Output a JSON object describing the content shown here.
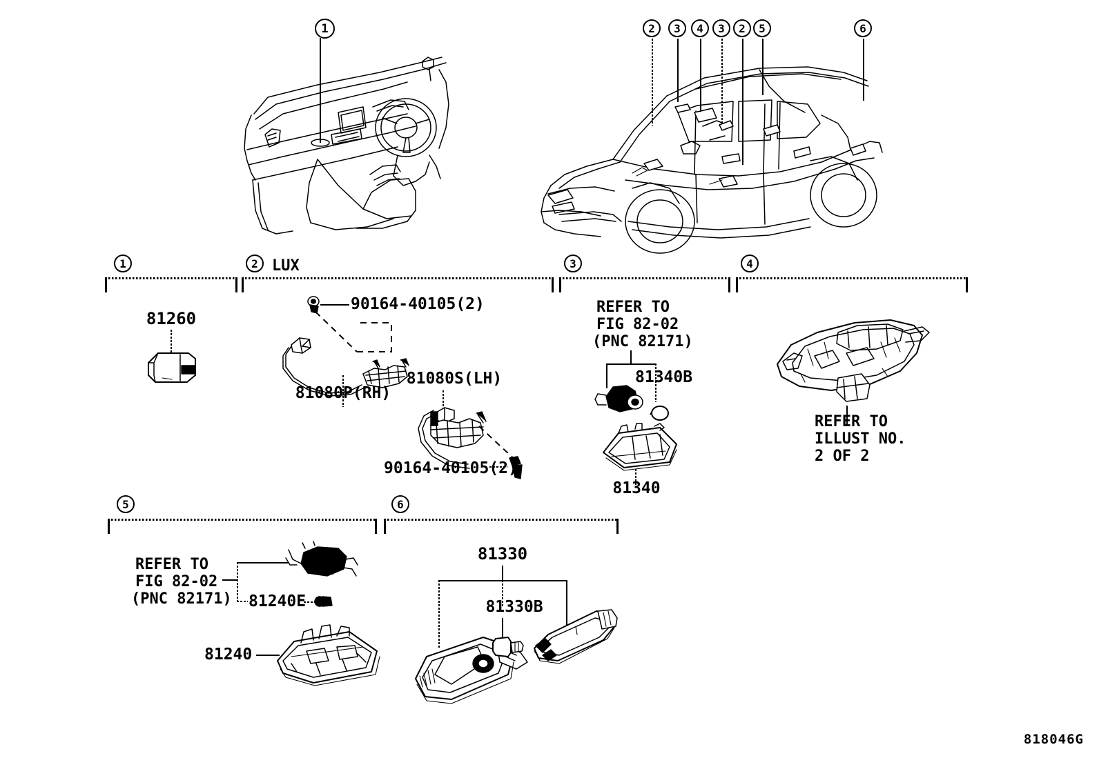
{
  "diagram": {
    "corner_code": "818046G",
    "illustrations": [
      {
        "name": "instrument-panel-view",
        "callouts": [
          "1"
        ]
      },
      {
        "name": "vehicle-body-view",
        "callouts": [
          "2",
          "3",
          "4",
          "3",
          "2",
          "5",
          "6"
        ]
      }
    ]
  },
  "vehicle_callouts": [
    {
      "num": "2"
    },
    {
      "num": "3"
    },
    {
      "num": "4"
    },
    {
      "num": "3"
    },
    {
      "num": "2"
    },
    {
      "num": "5"
    },
    {
      "num": "6"
    }
  ],
  "dash_callouts": [
    {
      "num": "1"
    }
  ],
  "groups": [
    {
      "id": "group-1",
      "num": "1",
      "note": "",
      "parts": [
        {
          "code": "81260",
          "name": "part-81260"
        }
      ]
    },
    {
      "id": "group-2",
      "num": "2",
      "note": "LUX",
      "parts": [
        {
          "code": "90164-40105(2)",
          "name": "part-90164-40105-upper"
        },
        {
          "code": "81080P(RH)",
          "name": "part-81080p-rh"
        },
        {
          "code": "81080S(LH)",
          "name": "part-81080s-lh"
        },
        {
          "code": "90164-40105(2)",
          "name": "part-90164-40105-lower"
        }
      ]
    },
    {
      "id": "group-3",
      "num": "3",
      "note": "",
      "refer": {
        "l1": "REFER TO",
        "l2": "FIG 82-02",
        "l3": "(PNC 82171)"
      },
      "parts": [
        {
          "code": "81340B",
          "name": "part-81340b"
        },
        {
          "code": "81340",
          "name": "part-81340"
        }
      ]
    },
    {
      "id": "group-4",
      "num": "4",
      "note": "",
      "refer": {
        "l1": "REFER TO",
        "l2": "ILLUST NO.",
        "l3": "2 OF 2"
      },
      "parts": []
    },
    {
      "id": "group-5",
      "num": "5",
      "note": "",
      "refer": {
        "l1": "REFER TO",
        "l2": "FIG 82-02",
        "l3": "(PNC 82171)"
      },
      "parts": [
        {
          "code": "81240E",
          "name": "part-81240e"
        },
        {
          "code": "81240",
          "name": "part-81240"
        }
      ]
    },
    {
      "id": "group-6",
      "num": "6",
      "note": "",
      "parts": [
        {
          "code": "81330",
          "name": "part-81330"
        },
        {
          "code": "81330B",
          "name": "part-81330b"
        }
      ]
    }
  ]
}
